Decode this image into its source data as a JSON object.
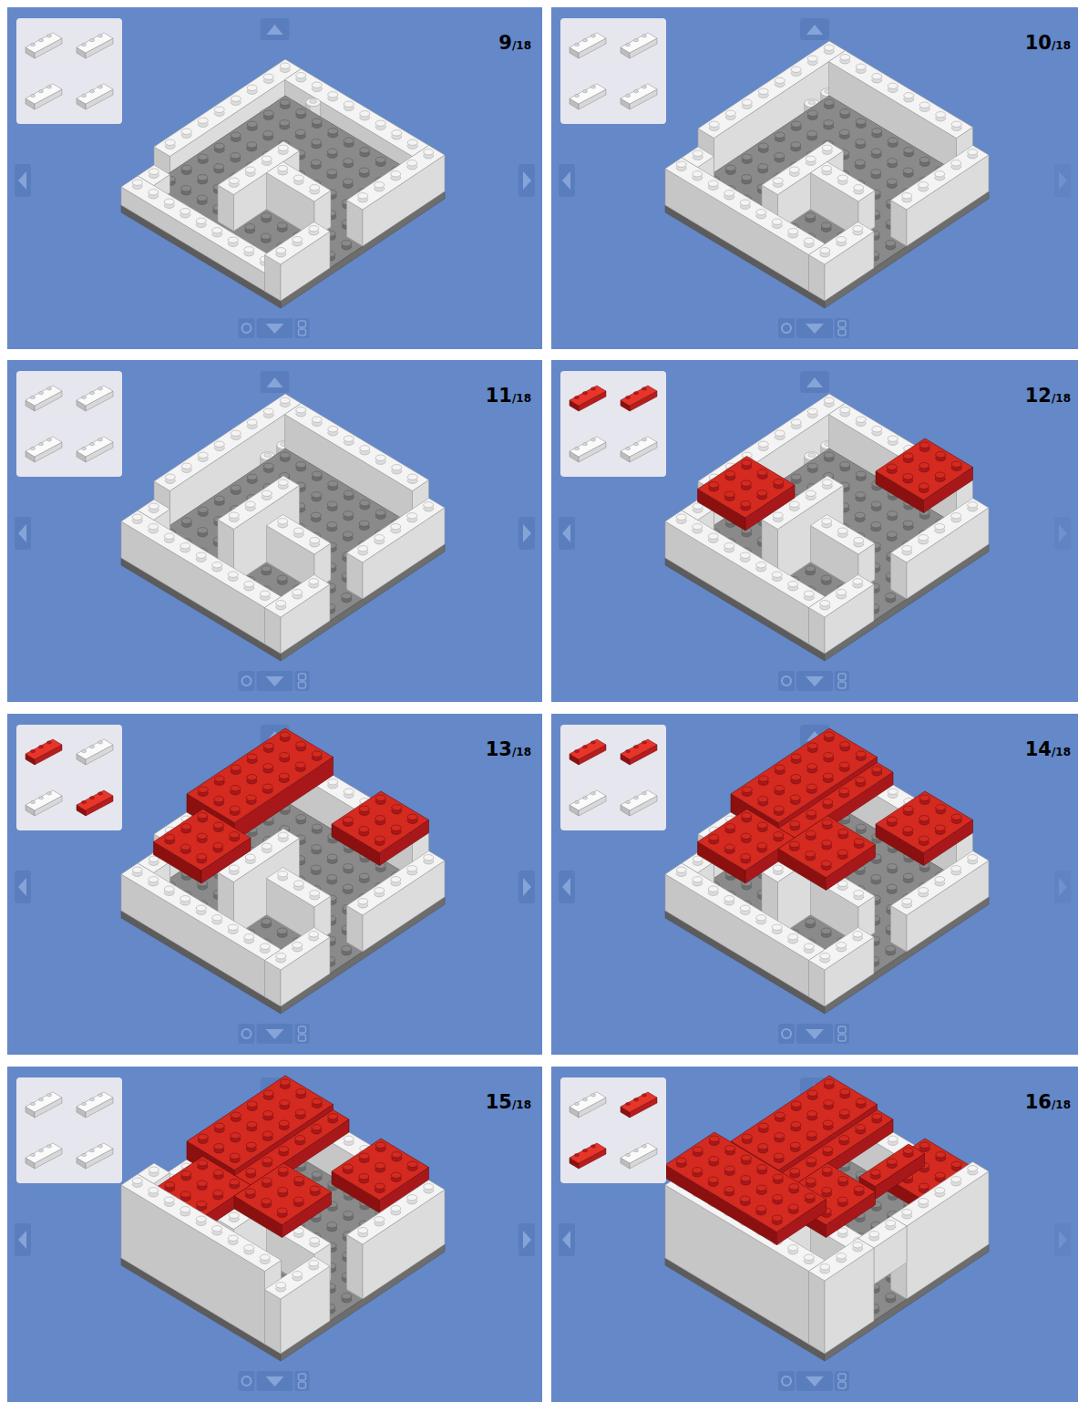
{
  "diagram": {
    "labels": [
      "9",
      "/18",
      "10",
      "/18",
      "11",
      "/18",
      "12",
      "/18",
      "13",
      "/18",
      "14",
      "/18",
      "15",
      "/18",
      "16",
      "/18"
    ]
  }
}
